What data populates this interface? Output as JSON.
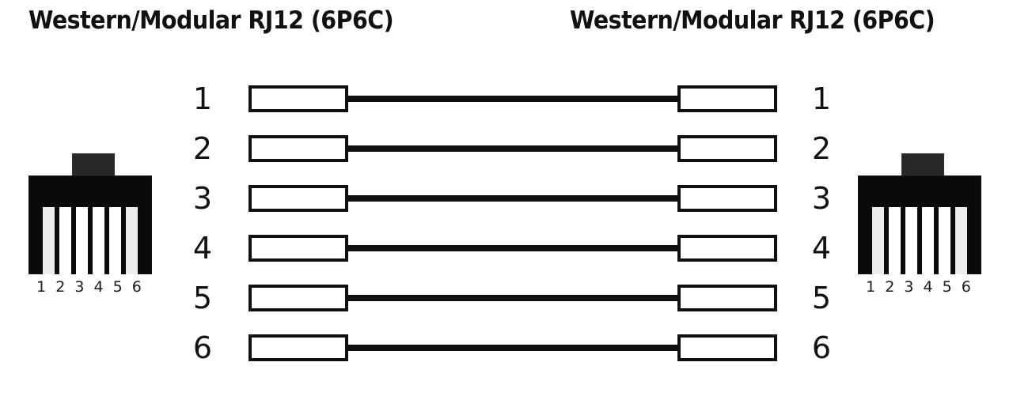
{
  "diagram": {
    "left_title": "Western/Modular RJ12 (6P6C)",
    "right_title": "Western/Modular RJ12 (6P6C)",
    "wiring_scheme": "straight-through",
    "pin_count": 6,
    "colors": {
      "background": "#ffffff",
      "wire": "#101010",
      "box_border": "#101010",
      "box_fill": "#ffffff",
      "connector_body": "#0a0a0a",
      "connector_tab": "#282828",
      "connector_pin": "#ffffff",
      "text": "#111111"
    }
  },
  "left_connector": {
    "pin_numbers_label": "1 2 3 4 5 6",
    "pins": [
      "1",
      "2",
      "3",
      "4",
      "5",
      "6"
    ]
  },
  "right_connector": {
    "pin_numbers_label": "1 2 3 4 5 6",
    "pins": [
      "1",
      "2",
      "3",
      "4",
      "5",
      "6"
    ]
  },
  "rows": [
    {
      "left_pin": "1",
      "right_pin": "1"
    },
    {
      "left_pin": "2",
      "right_pin": "2"
    },
    {
      "left_pin": "3",
      "right_pin": "3"
    },
    {
      "left_pin": "4",
      "right_pin": "4"
    },
    {
      "left_pin": "5",
      "right_pin": "5"
    },
    {
      "left_pin": "6",
      "right_pin": "6"
    }
  ]
}
